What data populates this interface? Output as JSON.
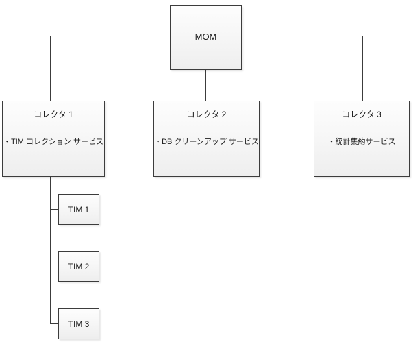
{
  "diagram": {
    "type": "hierarchy-tree",
    "orientation": "top-down",
    "root": {
      "id": "mom",
      "title": "MOM"
    },
    "collectors": [
      {
        "id": "collector-1",
        "title": "コレクタ 1",
        "service": "・TIM コレクション サービス"
      },
      {
        "id": "collector-2",
        "title": "コレクタ 2",
        "service": "・DB クリーンアップ サービス"
      },
      {
        "id": "collector-3",
        "title": "コレクタ 3",
        "service": "・統計集約サービス"
      }
    ],
    "tims": [
      {
        "id": "tim-1",
        "title": "TIM 1"
      },
      {
        "id": "tim-2",
        "title": "TIM 2"
      },
      {
        "id": "tim-3",
        "title": "TIM 3"
      }
    ],
    "colors": {
      "line": "#3c3c3c",
      "border": "#3c3c3c",
      "fill_top": "#fdfdfd",
      "fill_bottom": "#eeeeee",
      "text": "#1a1a1a",
      "background": "#ffffff"
    }
  }
}
